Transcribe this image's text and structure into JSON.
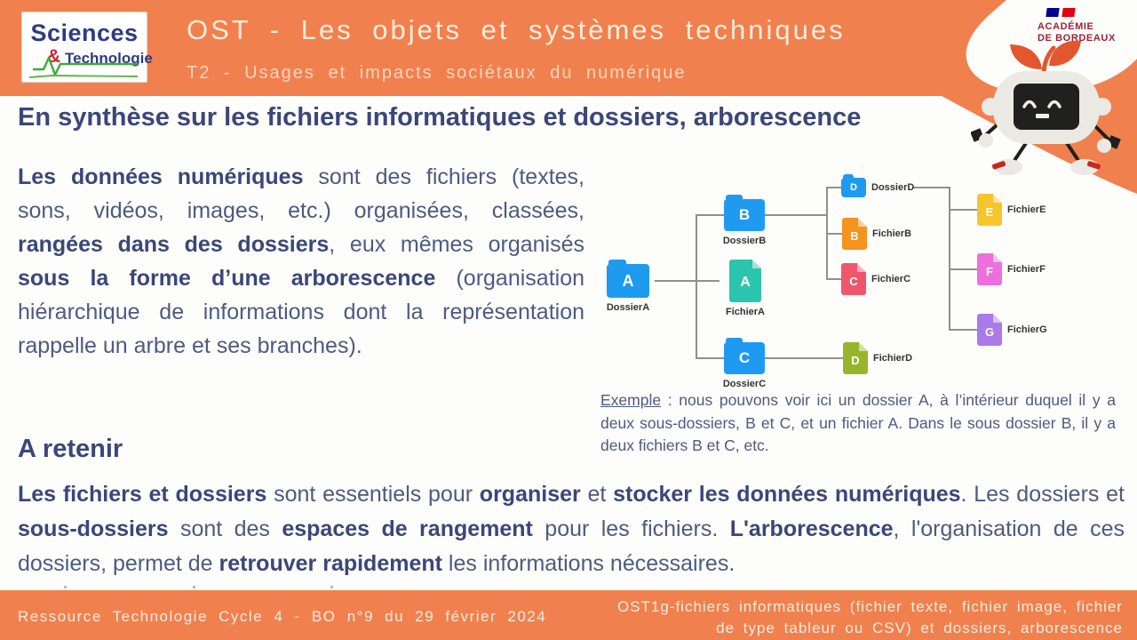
{
  "colors": {
    "orange": "#F0814E",
    "header-text": "#F8ECDC",
    "subtitle-text": "#F5D6BE",
    "heading-blue": "#3A4778",
    "body-text": "#4E5A80",
    "logo-navy": "#2C3B84",
    "logo-red": "#D22027",
    "academie-red": "#9E2235",
    "folder-blue": "#1E9BF0",
    "file-a-teal": "#2BC4AD",
    "file-b-orange": "#F6921E",
    "file-c-red": "#F0566B",
    "file-d-olive": "#97B529",
    "file-e-yellow": "#F5C52C",
    "file-f-magenta": "#ED6FDC",
    "file-g-purple": "#A97AE8",
    "line-gray": "#909090"
  },
  "header": {
    "logo": {
      "line1": "Sciences",
      "amp": "&",
      "line2": "Technologie"
    },
    "title": "OST - Les objets et systèmes techniques",
    "subtitle": "T2 - Usages et impacts sociétaux du numérique",
    "academie": {
      "line1": "ACADÉMIE",
      "line2": "DE BORDEAUX"
    }
  },
  "main": {
    "heading": "En synthèse sur les fichiers informatiques et dossiers, arborescence",
    "intro": [
      {
        "text": "Les données numériques"
      },
      {
        "text": " sont des fichiers (textes, sons, vidéos, images, etc.) organisées, classées, "
      },
      {
        "text": "rangées dans des dossiers"
      },
      {
        "text": ", eux mêmes organisés "
      },
      {
        "text": "sous la forme d’une arborescence"
      },
      {
        "text": " (organisation hiérarchique de informations dont la représentation rappelle un arbre et ses branches)."
      }
    ],
    "a_retenir": "A retenir",
    "retenir": [
      {
        "text": "Les fichiers et dossiers"
      },
      {
        "text": " sont essentiels pour "
      },
      {
        "text": "organiser"
      },
      {
        "text": " et "
      },
      {
        "text": "stocker les données numériques"
      },
      {
        "text": ". Les dossiers et "
      },
      {
        "text": "sous-dossiers"
      },
      {
        "text": " sont des "
      },
      {
        "text": "espaces de rangement"
      },
      {
        "text": " pour les fichiers. "
      },
      {
        "text": "L'arborescence"
      },
      {
        "text": ", l'organisation de ces dossiers, permet de "
      },
      {
        "text": "retrouver rapidement"
      },
      {
        "text": " les informations nécessaires."
      }
    ],
    "exemple": {
      "label": "Exemple",
      "text": " : nous pouvons voir ici un dossier A, à l’intérieur duquel il y a deux sous-dossiers, B et C, et un fichier A. Dans le sous dossier B, il y a deux fichiers B et C, etc."
    }
  },
  "diagram": {
    "nodes": {
      "dossierA": {
        "letter": "A",
        "label": "DossierA"
      },
      "dossierB": {
        "letter": "B",
        "label": "DossierB"
      },
      "fichierA": {
        "letter": "A",
        "label": "FichierA"
      },
      "dossierC": {
        "letter": "C",
        "label": "DossierC"
      },
      "dossierD": {
        "letter": "D",
        "label": "DossierD"
      },
      "fichierB": {
        "letter": "B",
        "label": "FichierB"
      },
      "fichierC": {
        "letter": "C",
        "label": "FichierC"
      },
      "fichierD": {
        "letter": "D",
        "label": "FichierD"
      },
      "fichierE": {
        "letter": "E",
        "label": "FichierE"
      },
      "fichierF": {
        "letter": "F",
        "label": "FichierF"
      },
      "fichierG": {
        "letter": "G",
        "label": "FichierG"
      }
    }
  },
  "footer": {
    "left": "Ressource Technologie Cycle 4 - BO n°9 du 29 février 2024",
    "right_line1": "OST1g-fichiers informatiques (fichier texte, fichier image, fichier",
    "right_line2": "de type tableur ou CSV) et dossiers, arborescence"
  }
}
